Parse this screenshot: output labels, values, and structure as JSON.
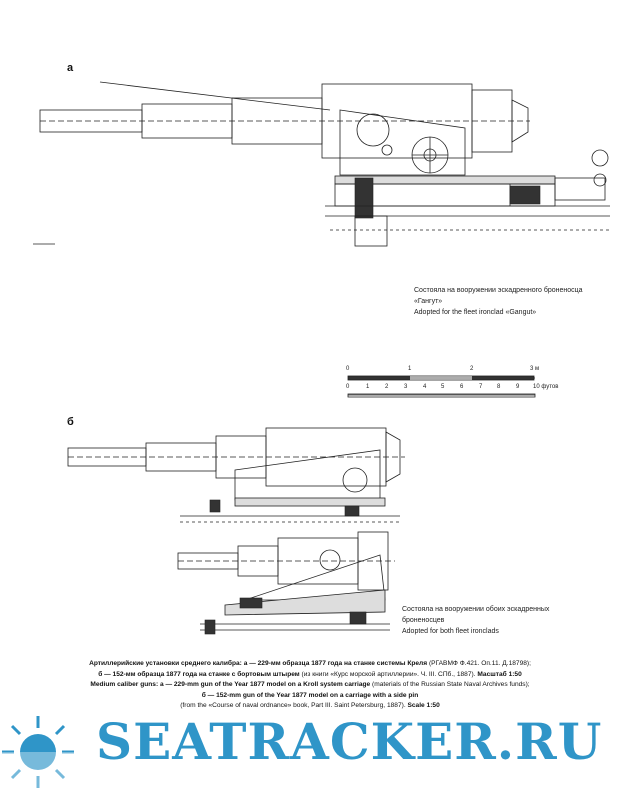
{
  "figure_a": {
    "letter": "а",
    "note_ru": "Состояла на вооружении эскадренного броненосца «Гангут»",
    "note_en": "Adopted for the fleet ironclad «Gangut»"
  },
  "figure_b": {
    "letter": "б",
    "note_ru": "Состояла на вооружении обоих эскадренных броненосцев",
    "note_en": "Adopted for both fleet ironclads"
  },
  "scale_bar": {
    "meters_ticks": [
      "0",
      "1",
      "2",
      "3 м"
    ],
    "feet_ticks": [
      "0",
      "1",
      "2",
      "3",
      "4",
      "5",
      "6",
      "7",
      "8",
      "9",
      "10 футов"
    ]
  },
  "caption": {
    "ru_line1_bold": "Артиллерийские установки среднего калибра: а — 229-мм образца 1877 года на станке системы Креля",
    "ru_line1_rest": " (РГАВМФ Ф.421. Оп.11. Д.18798);",
    "ru_line2_bold": "б — 152-мм образца 1877 года на станке с бортовым штырем",
    "ru_line2_rest": " (из книги «Курс морской артиллерии». Ч. III. СПб., 1887). ",
    "ru_line2_scale": "Масштаб 1:50",
    "en_line1_bold": "Medium caliber guns: a — 229-mm gun of the Year 1877 model on a Kroll system carriage",
    "en_line1_rest": " (materials of the Russian State Naval Archives funds);",
    "en_line2_bold": "б — 152-mm gun of the Year 1877 model on a carriage with a side pin",
    "en_line2_rest": "(from the «Course of naval ordnance» book, Part III. Saint Petersburg, 1887). ",
    "en_line2_scale": "Scale 1:50"
  },
  "watermark": {
    "text": "SEATRACKER.RU",
    "color": "#2f95c8"
  }
}
